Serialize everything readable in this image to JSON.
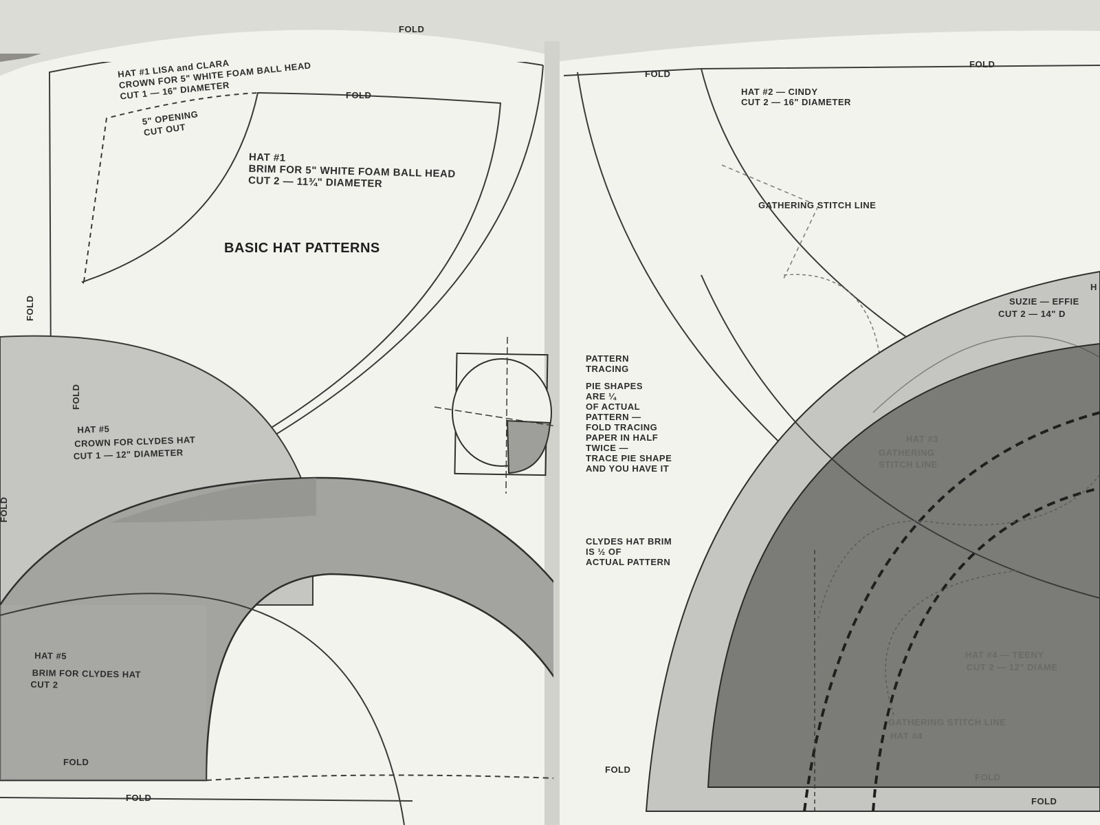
{
  "left_page": {
    "top_fold": "FOLD",
    "hat1_crown": [
      "HAT #1 LISA and CLARA",
      "CROWN FOR 5\" WHITE FOAM BALL HEAD",
      "CUT 1 — 16\" DIAMETER"
    ],
    "opening": [
      "5\" OPENING",
      "CUT OUT"
    ],
    "brim_fold": "FOLD",
    "hat1_brim": [
      "HAT #1",
      "BRIM FOR 5\" WHITE FOAM BALL HEAD",
      "CUT 2 — 11¾\" DIAMETER"
    ],
    "title": "BASIC HAT PATTERNS",
    "side_fold_1": "FOLD",
    "side_fold_2": "FOLD",
    "side_fold_edge": "FOLD",
    "hat5_crown": [
      "HAT #5",
      "CROWN FOR CLYDES HAT",
      "CUT 1 — 12\" DIAMETER"
    ],
    "hat5_brim": [
      "HAT #5",
      "BRIM FOR CLYDES HAT",
      "CUT 2"
    ],
    "bottom_fold_1": "FOLD",
    "bottom_fold_2": "FOLD",
    "bottom_fold_3": "FOLD"
  },
  "center_notes": {
    "tracing": [
      "PATTERN",
      "TRACING"
    ],
    "pie_shapes": [
      "PIE SHAPES",
      "ARE ¼",
      "OF ACTUAL",
      "PATTERN —",
      "FOLD TRACING",
      "PAPER IN HALF",
      "TWICE —",
      "TRACE PIE SHAPE",
      "AND YOU HAVE IT"
    ],
    "clydes_brim": [
      "CLYDES HAT BRIM",
      "IS ½ OF",
      "ACTUAL PATTERN"
    ]
  },
  "right_page": {
    "fold_a": "FOLD",
    "fold_b": "FOLD",
    "hat2": [
      "HAT #2 — CINDY",
      "CUT 2 — 16\" DIAMETER"
    ],
    "gathering_1": "GATHERING STITCH LINE",
    "hat_suzie": [
      "H",
      "SUZIE — EFFIE",
      "CUT 2 — 14\" D"
    ],
    "hat3": [
      "HAT #3",
      "GATHERING",
      "STITCH LINE"
    ],
    "hat4": [
      "HAT #4 — TEENY",
      "CUT 2 — 12\" DIAME"
    ],
    "gathering_4": [
      "GATHERING STITCH LINE",
      "HAT #4"
    ],
    "bottom_fold_1": "FOLD",
    "bottom_fold_2": "FOLD"
  },
  "colors": {
    "page": "#f3f3ee",
    "ink": "#2c2c2c",
    "light_gray": "#c5c5c2",
    "mid_gray": "#9e9e9b",
    "dark_gray": "#7b7b78",
    "darker_gray": "#6d6d6a"
  }
}
